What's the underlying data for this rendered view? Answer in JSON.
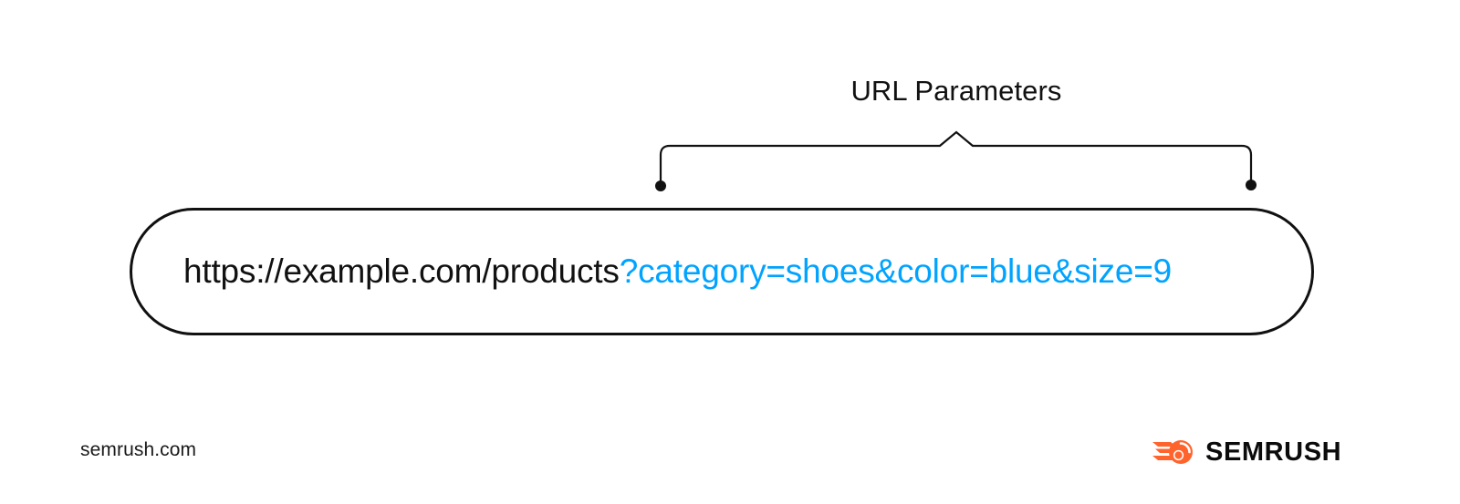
{
  "background_color": "#ffffff",
  "annotation": {
    "label": "URL Parameters",
    "text_color": "#111111",
    "connector": {
      "type": "curly-brace-bracket",
      "stroke_color": "#111111",
      "left_endpoint_marker": "dot",
      "right_endpoint_marker": "dot"
    }
  },
  "url_box": {
    "shape": "rounded-pill",
    "border_color": "#111111",
    "fill_color": "#ffffff",
    "base_url": "https://example.com/products",
    "query_string": "?category=shoes&color=blue&size=9",
    "base_url_color": "#111111",
    "query_string_color": "#00A3FF",
    "full_url": "https://example.com/products?category=shoes&color=blue&size=9",
    "parameters": [
      {
        "key": "category",
        "value": "shoes"
      },
      {
        "key": "color",
        "value": "blue"
      },
      {
        "key": "size",
        "value": "9"
      }
    ]
  },
  "footer": {
    "domain": "semrush.com",
    "brand_name": "SEMRUSH",
    "brand_icon": "semrush-comet-icon",
    "brand_accent_color": "#FF642D",
    "brand_word_color": "#0b0b0b"
  }
}
